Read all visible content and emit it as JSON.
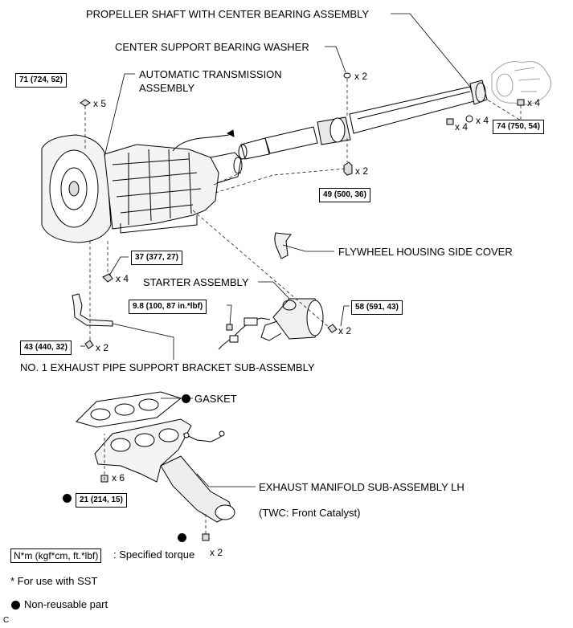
{
  "labels": {
    "propeller_shaft": "PROPELLER SHAFT WITH CENTER BEARING ASSEMBLY",
    "center_washer": "CENTER SUPPORT BEARING WASHER",
    "auto_trans_1": "AUTOMATIC TRANSMISSION",
    "auto_trans_2": "ASSEMBLY",
    "flywheel_cover": "FLYWHEEL HOUSING SIDE COVER",
    "starter": "STARTER ASSEMBLY",
    "bracket": "NO. 1 EXHAUST PIPE SUPPORT BRACKET SUB-ASSEMBLY",
    "gasket": "GASKET",
    "manifold": "EXHAUST MANIFOLD SUB-ASSEMBLY LH",
    "twc": "(TWC: Front Catalyst)"
  },
  "torques": {
    "t71": "71 (724, 52)",
    "t74": "74 (750, 54)",
    "t49": "49 (500, 36)",
    "t37": "37 (377, 27)",
    "t98": "9.8 (100, 87 in.*lbf)",
    "t58": "58 (591, 43)",
    "t43": "43 (440, 32)",
    "t21": "21 (214, 15)"
  },
  "quantities": {
    "q_washer": "x 2",
    "q_71": "x 5",
    "q_74": "x 4",
    "q_shaft_a": "x 4",
    "q_shaft_b": "x 4",
    "q_49": "x 2",
    "q_37": "x 4",
    "q_58": "x 2",
    "q_43": "x 2",
    "q_21": "x 6",
    "q_nut": "x 2"
  },
  "legend": {
    "unit": "N*m (kgf*cm, ft.*lbf)",
    "unit_desc": ": Specified torque",
    "sst_note": "* For use with SST",
    "non_reusable": "Non-reusable part",
    "corner_code": "C"
  }
}
